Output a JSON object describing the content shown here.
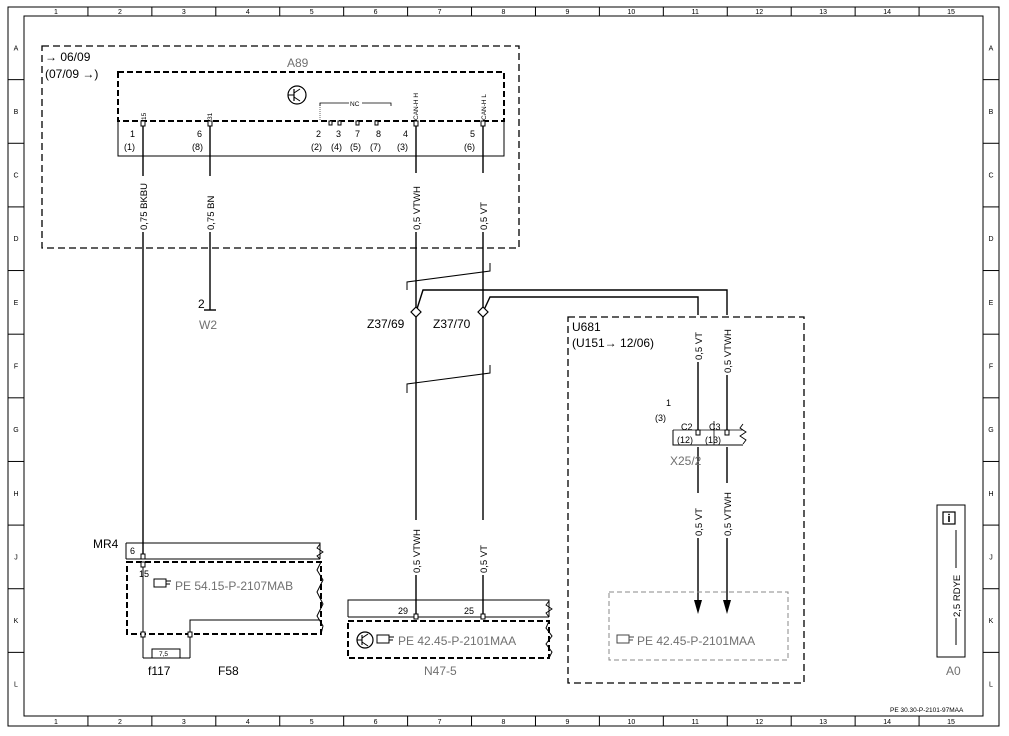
{
  "grid": {
    "columns": [
      "1",
      "2",
      "3",
      "4",
      "5",
      "6",
      "7",
      "8",
      "9",
      "10",
      "11",
      "12",
      "13",
      "14",
      "15"
    ],
    "rows": [
      "A",
      "B",
      "C",
      "D",
      "E",
      "F",
      "G",
      "H",
      "J",
      "K",
      "L"
    ]
  },
  "doc_id": "PE 30.30-P-2101-97MAA",
  "a89": {
    "label": "A89",
    "range_from": "→ 06/09",
    "range_to": "(07/09 →)",
    "nc": "NC",
    "pin_names": [
      "15",
      "31",
      "CAN-H H",
      "CAN-H L"
    ],
    "pins_top": [
      "1",
      "6",
      "2",
      "3",
      "7",
      "8",
      "4",
      "5"
    ],
    "pins_alt": [
      "(1)",
      "(8)",
      "(2)",
      "(4)",
      "(5)",
      "(7)",
      "(3)",
      "(6)"
    ]
  },
  "wires": {
    "w1": "0,75 BKBU",
    "w2": "0,75 BN",
    "w3": "0,5 VTWH",
    "w4": "0,5 VT",
    "w5": "0,5 VT",
    "w6": "0,5 VTWH",
    "w7": "0,5 VTWH",
    "w8": "0,5 VT",
    "w9": "0,5 VT",
    "w10": "0,5 VTWH"
  },
  "w2": {
    "pin": "2",
    "label": "W2"
  },
  "splices": {
    "left": "Z37/69",
    "right": "Z37/70"
  },
  "u681": {
    "label": "U681",
    "range": "(U151→ 12/06)"
  },
  "x25": {
    "label": "X25/2",
    "top_pin": "1",
    "top_alt": "(3)",
    "pins": [
      "C2",
      "C3"
    ],
    "pins_alt": [
      "(12)",
      "(13)"
    ]
  },
  "mr4": {
    "label": "MR4",
    "pin_outer": "6",
    "pin_inner": "15",
    "ref": "PE 54.15-P-2107MAB",
    "fuse_value": "7,5",
    "fuse_label": "f117",
    "fuse_block": "F58"
  },
  "n47": {
    "label": "N47-5",
    "pins": [
      "29",
      "25"
    ],
    "ref": "PE 42.45-P-2101MAA"
  },
  "ref_right": "PE 42.45-P-2101MAA",
  "a0": {
    "wire": "2,5 RDYE",
    "label": "A0"
  }
}
